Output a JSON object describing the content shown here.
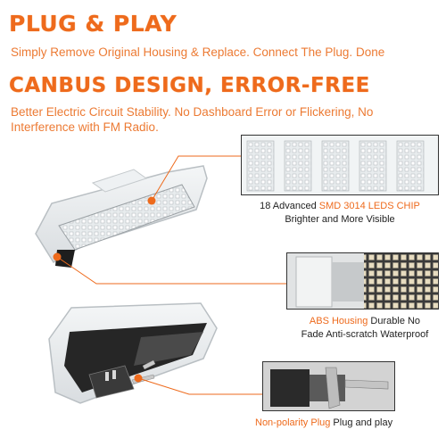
{
  "heading_1": "PLUG & PLAY",
  "subtext_1": "Simply Remove Original Housing & Replace. Connect The Plug. Done",
  "heading_2": "CANBUS DESIGN, ERROR-FREE",
  "subtext_2": "Better Electric Circuit Stability. No Dashboard Error or Flickering,  No Interference with FM Radio.",
  "callouts": {
    "led": {
      "line1_prefix": "18 Advanced ",
      "line1_highlight": "SMD 3014 LEDS CHIP",
      "line2": "Brighter and More Visible"
    },
    "housing": {
      "line1_highlight": "ABS Housing",
      "line1_suffix": " Durable No",
      "line2": "Fade Anti-scratch Waterproof"
    },
    "plug": {
      "line1_highlight": "Non-polarity Plug",
      "line1_suffix": " Plug and play"
    }
  },
  "colors": {
    "accent": "#ee6a1c",
    "text": "#222222",
    "background": "#ffffff"
  }
}
